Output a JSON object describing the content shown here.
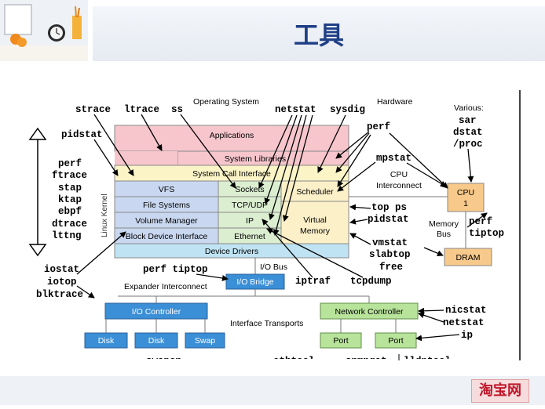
{
  "slide": {
    "title": "工具",
    "logo_text": "淘宝网"
  },
  "diagram": {
    "section_labels": {
      "operating_system": "Operating System",
      "hardware": "Hardware",
      "various": "Various:",
      "linux_kernel": "Linux Kernel",
      "cpu_interconnect": "CPU Interconnect",
      "memory_bus": "Memory Bus",
      "io_bus": "I/O Bus",
      "expander_interconnect": "Expander Interconnect",
      "interface_transports": "Interface Transports"
    },
    "boxes": {
      "applications": "Applications",
      "system_libraries": "System Libraries",
      "system_call_interface": "System Call Interface",
      "vfs": "VFS",
      "sockets": "Sockets",
      "scheduler": "Scheduler",
      "file_systems": "File Systems",
      "tcp_udp": "TCP/UDP",
      "volume_manager": "Volume Manager",
      "ip": "IP",
      "virtual_memory_1": "Virtual",
      "virtual_memory_2": "Memory",
      "block_device_interface": "Block Device Interface",
      "ethernet": "Ethernet",
      "device_drivers": "Device Drivers",
      "cpu_1": "CPU",
      "cpu_2": "1",
      "dram": "DRAM",
      "io_bridge": "I/O Bridge",
      "io_controller": "I/O Controller",
      "network_controller": "Network Controller",
      "disk_1": "Disk",
      "disk_2": "Disk",
      "swap": "Swap",
      "port_1": "Port",
      "port_2": "Port"
    },
    "tools": {
      "strace": "strace",
      "ltrace": "ltrace",
      "ss": "ss",
      "netstat": "netstat",
      "sysdig": "sysdig",
      "pidstat_top": "pidstat",
      "perf_top": "perf",
      "mpstat": "mpstat",
      "top_ps": "top ps",
      "pidstat_right": "pidstat",
      "vmstat": "vmstat",
      "slabtop": "slabtop",
      "free": "free",
      "perf_tiptop_right_1": "perf",
      "perf_tiptop_right_2": "tiptop",
      "various_sar": "sar",
      "various_dstat": "dstat",
      "various_proc": "/proc",
      "left_perf": "perf",
      "left_ftrace": "ftrace",
      "left_stap": "stap",
      "left_ktap": "ktap",
      "left_ebpf": "ebpf",
      "left_dtrace": "dtrace",
      "left_lttng": "lttng",
      "iostat": "iostat",
      "iotop": "iotop",
      "blktrace": "blktrace",
      "perf_tiptop_mid": "perf tiptop",
      "iptraf": "iptraf",
      "tcpdump": "tcpdump",
      "nicstat": "nicstat",
      "netstat_right": "netstat",
      "ip": "ip",
      "swapon": "swapon",
      "ethtool": "ethtool",
      "snmpget": "snmpget",
      "lldptool": "lldptool"
    }
  }
}
